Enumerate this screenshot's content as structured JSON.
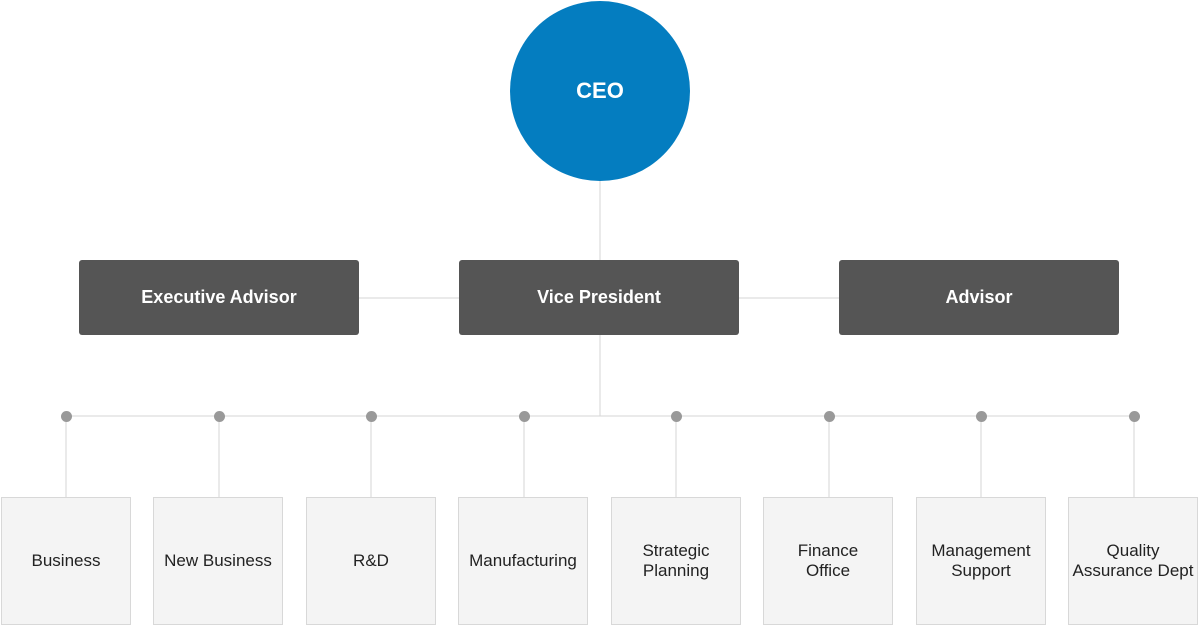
{
  "ceo": {
    "label": "CEO"
  },
  "executives": [
    {
      "label": "Executive Advisor"
    },
    {
      "label": "Vice President"
    },
    {
      "label": "Advisor"
    }
  ],
  "departments": [
    {
      "label": "Business"
    },
    {
      "label": "New Business"
    },
    {
      "label": "R&D"
    },
    {
      "label": "Manufacturing"
    },
    {
      "label": "Strategic\nPlanning"
    },
    {
      "label": "Finance\nOffice"
    },
    {
      "label": "Management\nSupport"
    },
    {
      "label": "Quality\nAssurance Dept"
    }
  ],
  "colors": {
    "ceo_fill": "#047dc0",
    "executive_fill": "#555555",
    "department_fill": "#f4f4f4",
    "connector_dot": "#999999"
  }
}
